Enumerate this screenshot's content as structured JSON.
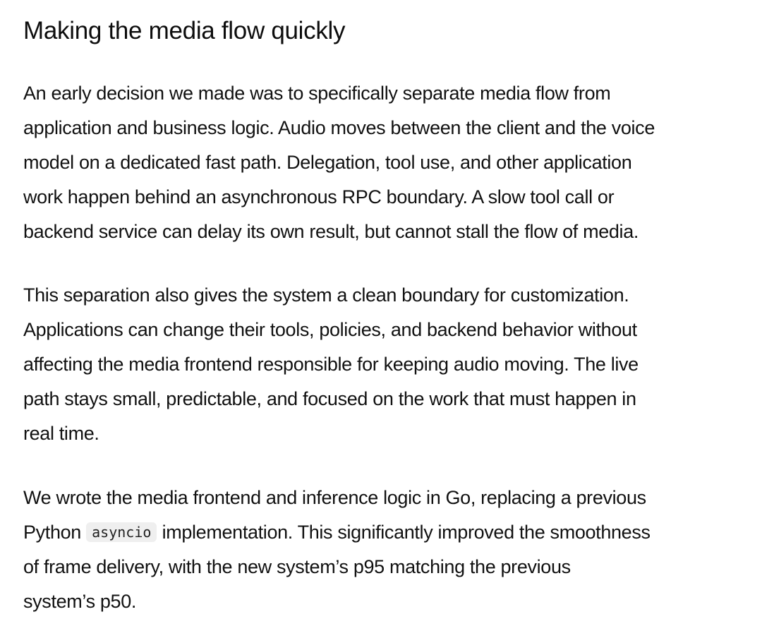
{
  "heading": "Making the media flow quickly",
  "paragraph1": {
    "lines": [
      "An early decision we made was to specifically separate media flow from",
      "application and business logic. Audio moves between the client and the voice",
      "model on a dedicated fast path. Delegation, tool use, and other application",
      "work happen behind an asynchronous RPC boundary. A slow tool call or",
      "backend service can delay its own result, but cannot stall the flow of media."
    ]
  },
  "paragraph2": {
    "lines": [
      "This separation also gives the system a clean boundary for customization.",
      "Applications can change their tools, policies, and backend behavior without",
      "affecting the media frontend responsible for keeping audio moving. The live",
      "path stays small, predictable, and focused on the work that must happen in",
      "real time."
    ]
  },
  "paragraph3": {
    "line1": "We wrote the media frontend and inference logic in Go, replacing a previous",
    "line2_before": "Python",
    "code": "asyncio",
    "line2_after": "implementation. This significantly improved the smoothness",
    "line3": "of frame delivery, with the new system’s p95 matching the previous",
    "line4": "system’s p50."
  }
}
